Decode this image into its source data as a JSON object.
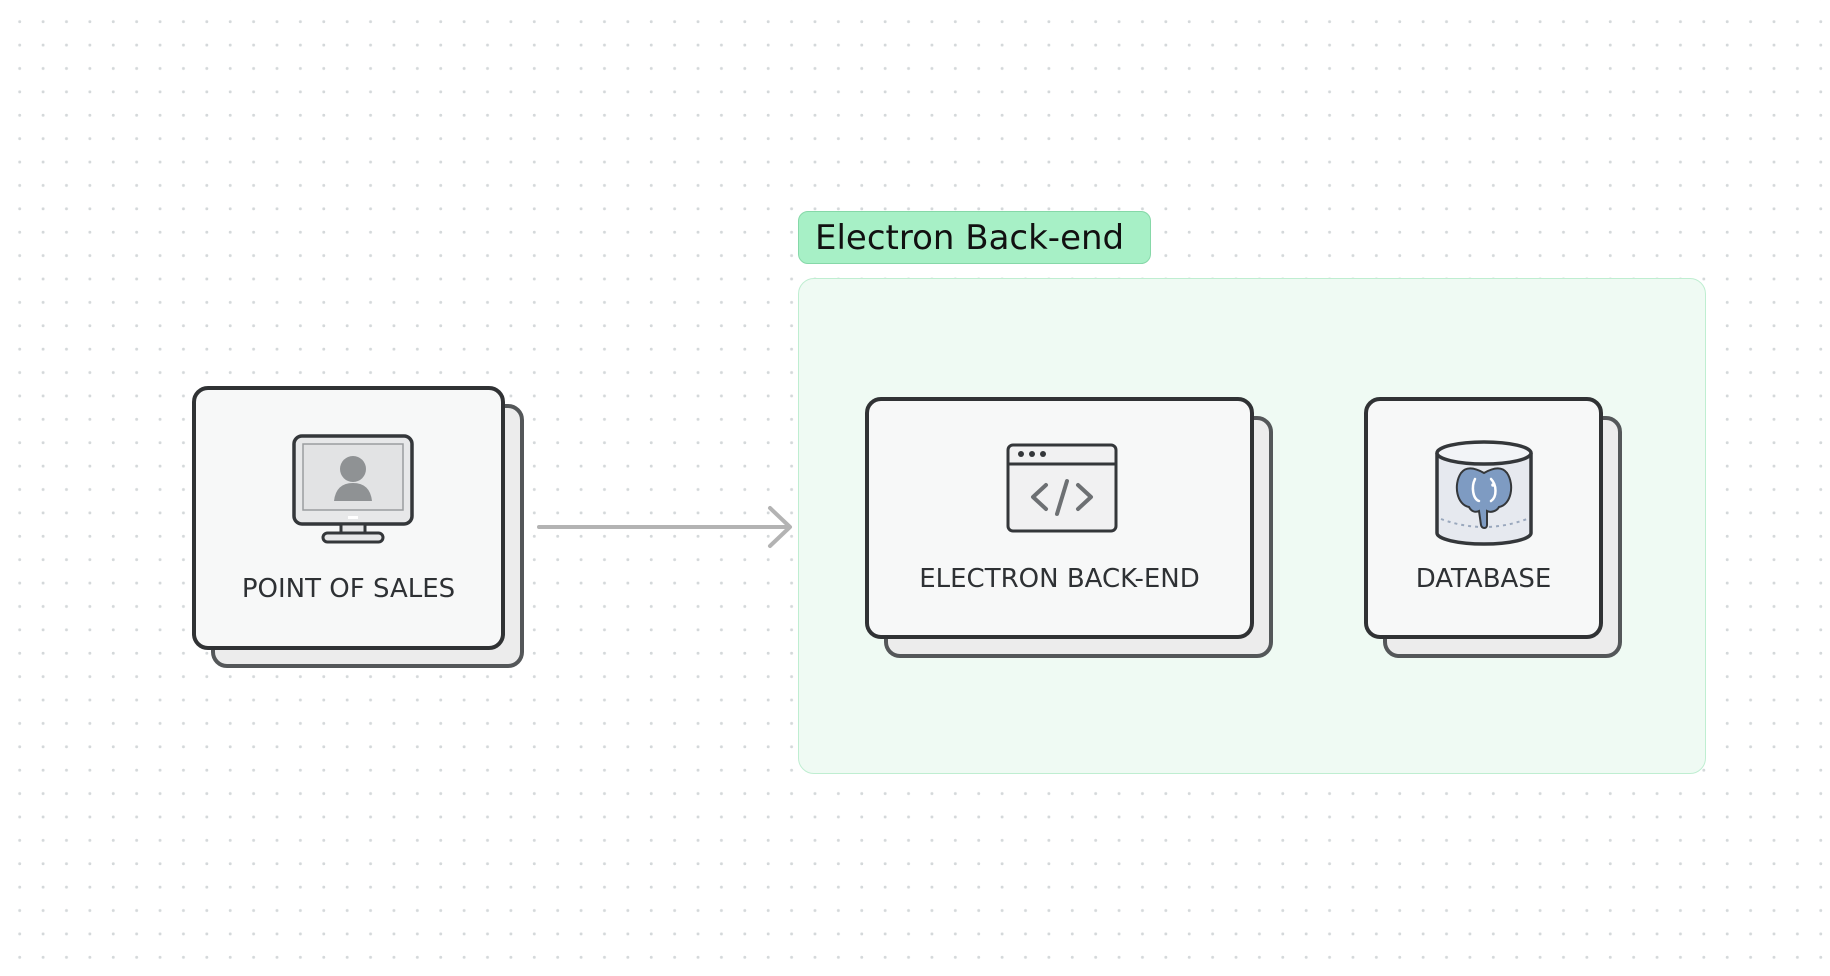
{
  "group": {
    "label": "Electron Back-end"
  },
  "nodes": {
    "point_of_sales": {
      "label": "POINT OF SALES",
      "icon": "monitor-user-icon"
    },
    "electron_backend": {
      "label": "ELECTRON BACK-END",
      "icon": "code-window-icon"
    },
    "database": {
      "label": "DATABASE",
      "icon": "postgresql-database-icon"
    }
  },
  "edges": [
    {
      "from": "point_of_sales",
      "to": "group:Electron Back-end"
    }
  ],
  "colors": {
    "group_label_fill": "#a7f0c6",
    "group_fill": "#effaf3",
    "card_border": "#303234",
    "arrow": "#b3b3b3"
  }
}
